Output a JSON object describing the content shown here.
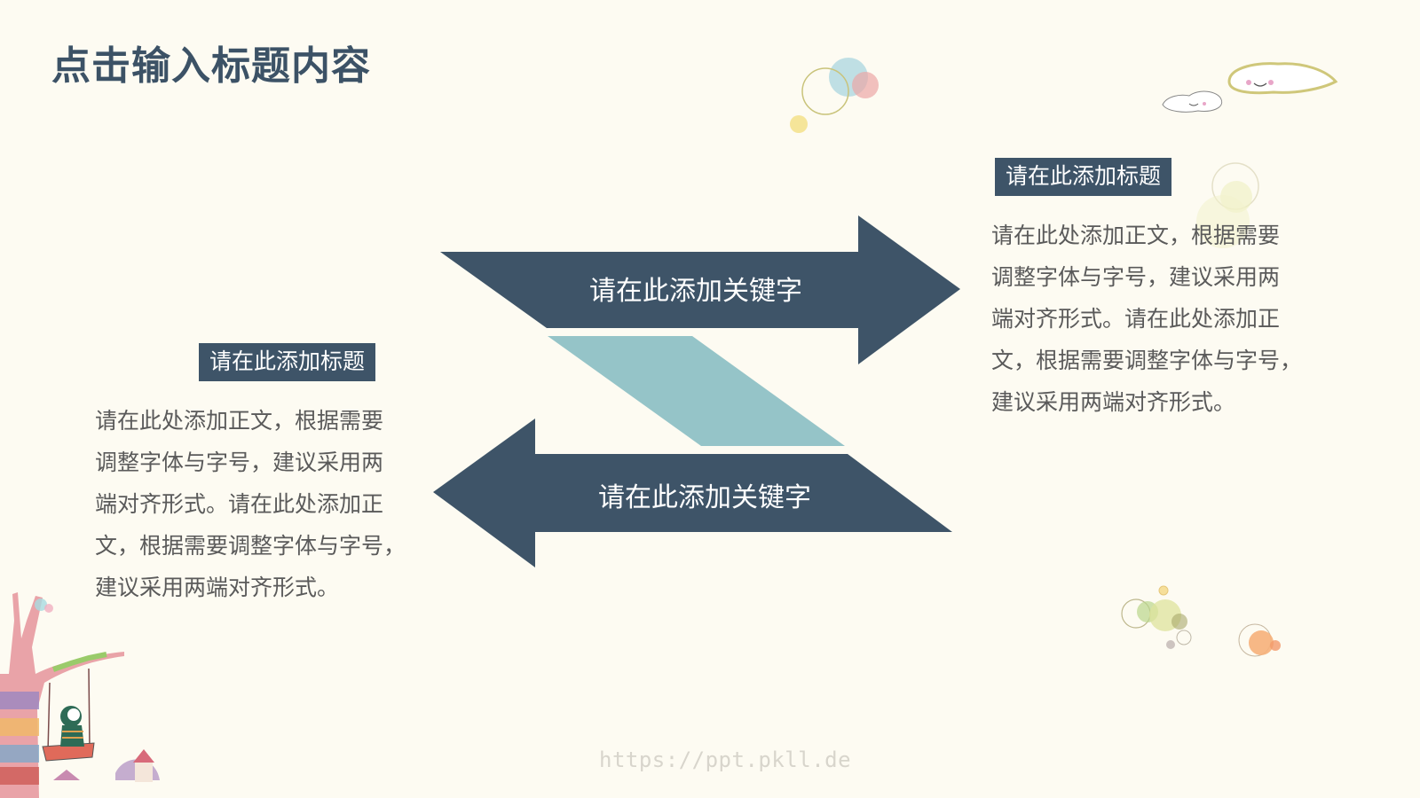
{
  "slide": {
    "title": "点击输入标题内容",
    "colors": {
      "background": "#fdfbf2",
      "dark_blue": "#3e5468",
      "teal": "#95c4c8",
      "title": "#3c5266",
      "body_text": "#5a5a5a"
    }
  },
  "arrows": {
    "right_arrow": {
      "label": "请在此添加关键字",
      "direction": "right"
    },
    "left_arrow": {
      "label": "请在此添加关键字",
      "direction": "left"
    }
  },
  "left_block": {
    "heading": "请在此添加标题",
    "lines": [
      "请在此处添加正文，根据需要",
      "调整字体与字号，建议采用两",
      "端对齐形式。请在此处添加正",
      "文，根据需要调整字体与字号，",
      "建议采用两端对齐形式。"
    ]
  },
  "right_block": {
    "heading": "请在此添加标题",
    "lines": [
      "请在此处添加正文，根据需要",
      "调整字体与字号，建议采用两",
      "端对齐形式。请在此处添加正",
      "文，根据需要调整字体与字号，",
      "建议采用两端对齐形式。"
    ]
  },
  "decorations": {
    "top_bubbles": "bubbles-icon",
    "clouds": "smiling-clouds-icon",
    "bottom_right_bubbles": "bubbles-icon",
    "tree_swing": "tree-swing-illustration"
  },
  "watermark": "https://ppt.pkll.de"
}
